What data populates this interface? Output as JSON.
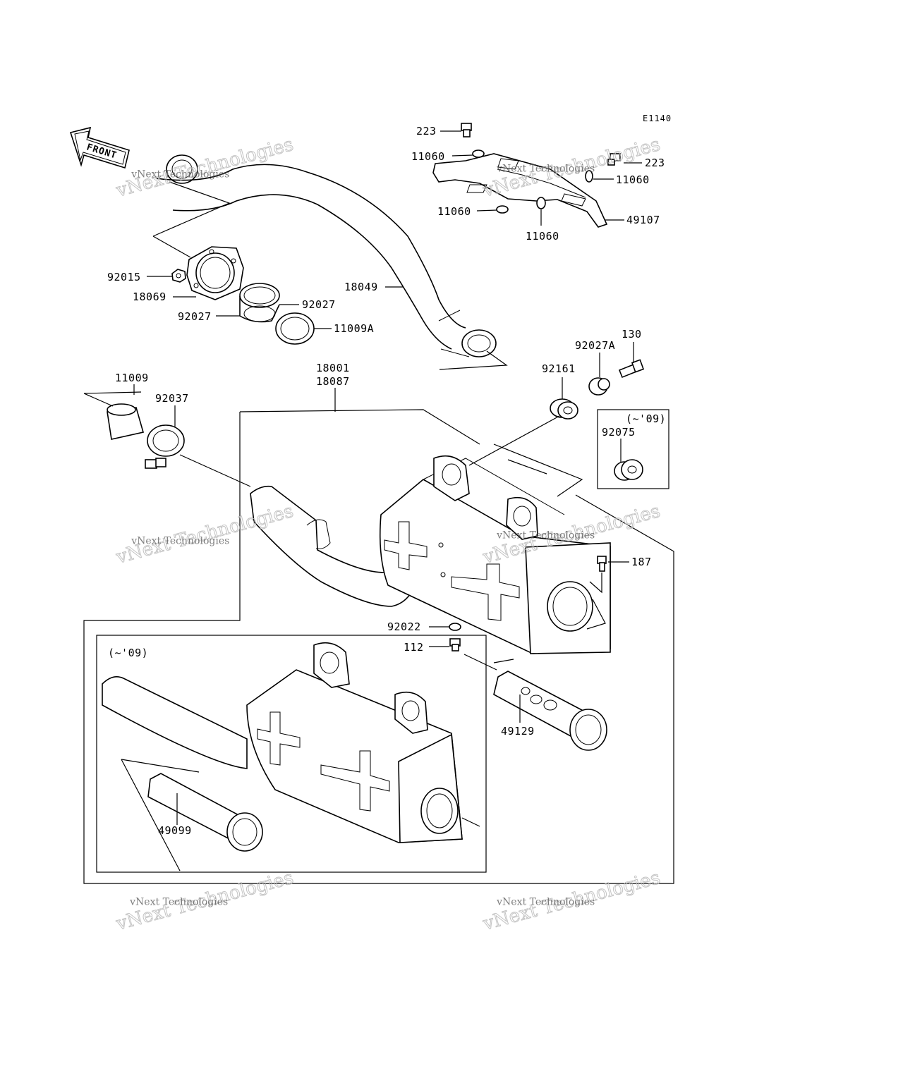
{
  "diagram": {
    "code": "E1140",
    "front_label": "FRONT",
    "group_note": "(~'09)",
    "inset_note": "(~'09)",
    "watermark_line1": "vNext Technologies",
    "watermark_line2": "vNext Technologies"
  },
  "labels": {
    "p223_top": "223",
    "p11060_top": "11060",
    "p223_right": "223",
    "p11060_right": "11060",
    "p11060_left": "11060",
    "p11060_bottom": "11060",
    "p49107": "49107",
    "p92015": "92015",
    "p18069": "18069",
    "p92027_right": "92027",
    "p92027_left": "92027",
    "p11009A": "11009A",
    "p18049": "18049",
    "p130": "130",
    "p92027A": "92027A",
    "p92161": "92161",
    "p18001": "18001",
    "p18087": "18087",
    "p11009": "11009",
    "p92037": "92037",
    "p92075": "92075",
    "p187": "187",
    "p92022": "92022",
    "p112": "112",
    "p49129": "49129",
    "p49099": "49099"
  }
}
